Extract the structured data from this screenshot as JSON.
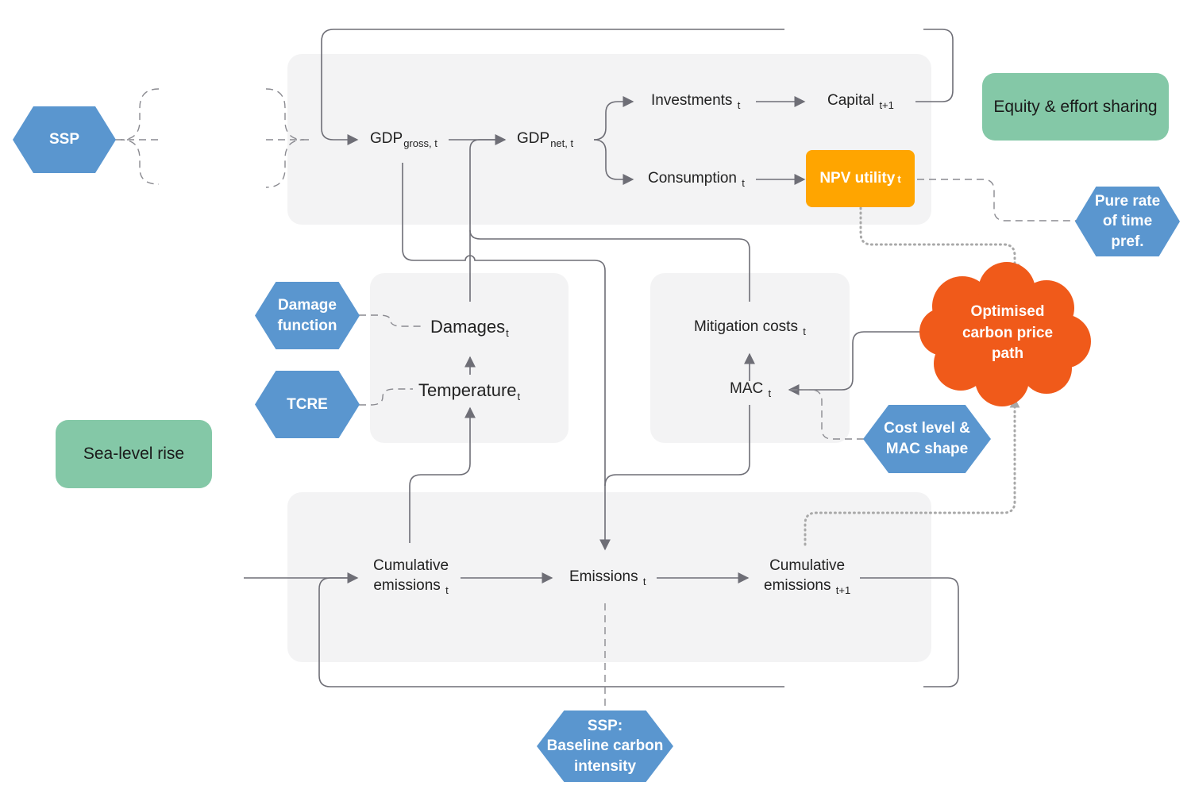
{
  "sources": {
    "ssp_top": "SSP",
    "damage_function": "Damage\nfunction",
    "tcre": "TCRE",
    "pure_rate": "Pure rate\nof time\npref.",
    "cost_level": "Cost level &\nMAC shape",
    "ssp_bottom": "SSP:\nBaseline carbon\nintensity"
  },
  "modules": {
    "equity": "Equity & effort sharing",
    "sea_level": "Sea-level rise"
  },
  "nodes": {
    "gdp_gross": {
      "main": "GDP",
      "sub": "gross, t"
    },
    "gdp_net": {
      "main": "GDP",
      "sub": "net, t"
    },
    "investments": {
      "main": "Investments",
      "sub": "t"
    },
    "capital": {
      "main": "Capital",
      "sub": "t+1"
    },
    "consumption": {
      "main": "Consumption",
      "sub": "t"
    },
    "npv_utility": {
      "main": "NPV utility",
      "sub": "t"
    },
    "damages": {
      "main": "Damages",
      "sub": "t"
    },
    "temperature": {
      "main": "Temperature",
      "sub": "t"
    },
    "mitigation_costs": {
      "main": "Mitigation costs",
      "sub": "t"
    },
    "mac": {
      "main": "MAC",
      "sub": "t"
    },
    "cum_emissions_t": {
      "line1": "Cumulative",
      "line2": "emissions",
      "sub": "t"
    },
    "emissions": {
      "main": "Emissions",
      "sub": "t"
    },
    "cum_emissions_t1": {
      "line1": "Cumulative",
      "line2": "emissions",
      "sub": "t+1"
    }
  },
  "optimiser": "Optimised\ncarbon price\npath",
  "colors": {
    "panel": "#f3f3f4",
    "source_hex": "#5a96cf",
    "module_green": "#84c8a7",
    "npv_orange": "#ffa500",
    "cloud_orange": "#f05a1a",
    "arrow_gray": "#6e6e76"
  }
}
